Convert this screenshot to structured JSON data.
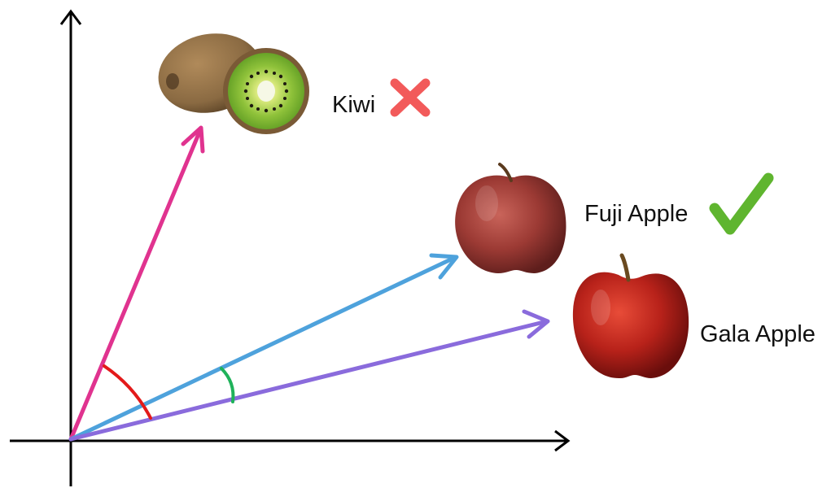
{
  "labels": {
    "kiwi": "Kiwi",
    "fuji": "Fuji Apple",
    "gala": "Gala Apple"
  },
  "marks": {
    "kiwi": "cross-mark-icon",
    "fuji": "check-mark-icon"
  },
  "colors": {
    "axes": "#000000",
    "kiwi_vector": "#e0338f",
    "fuji_vector": "#4ea2dc",
    "gala_vector": "#8a6bdc",
    "angle_kiwi_gala": "#e31a1a",
    "angle_fuji_gala": "#1fb25a",
    "cross": "#f25a5a",
    "check": "#5fb52f"
  },
  "icons": {
    "kiwi_image": "kiwi-fruit-icon",
    "fuji_image": "fuji-apple-icon",
    "gala_image": "gala-apple-icon"
  }
}
